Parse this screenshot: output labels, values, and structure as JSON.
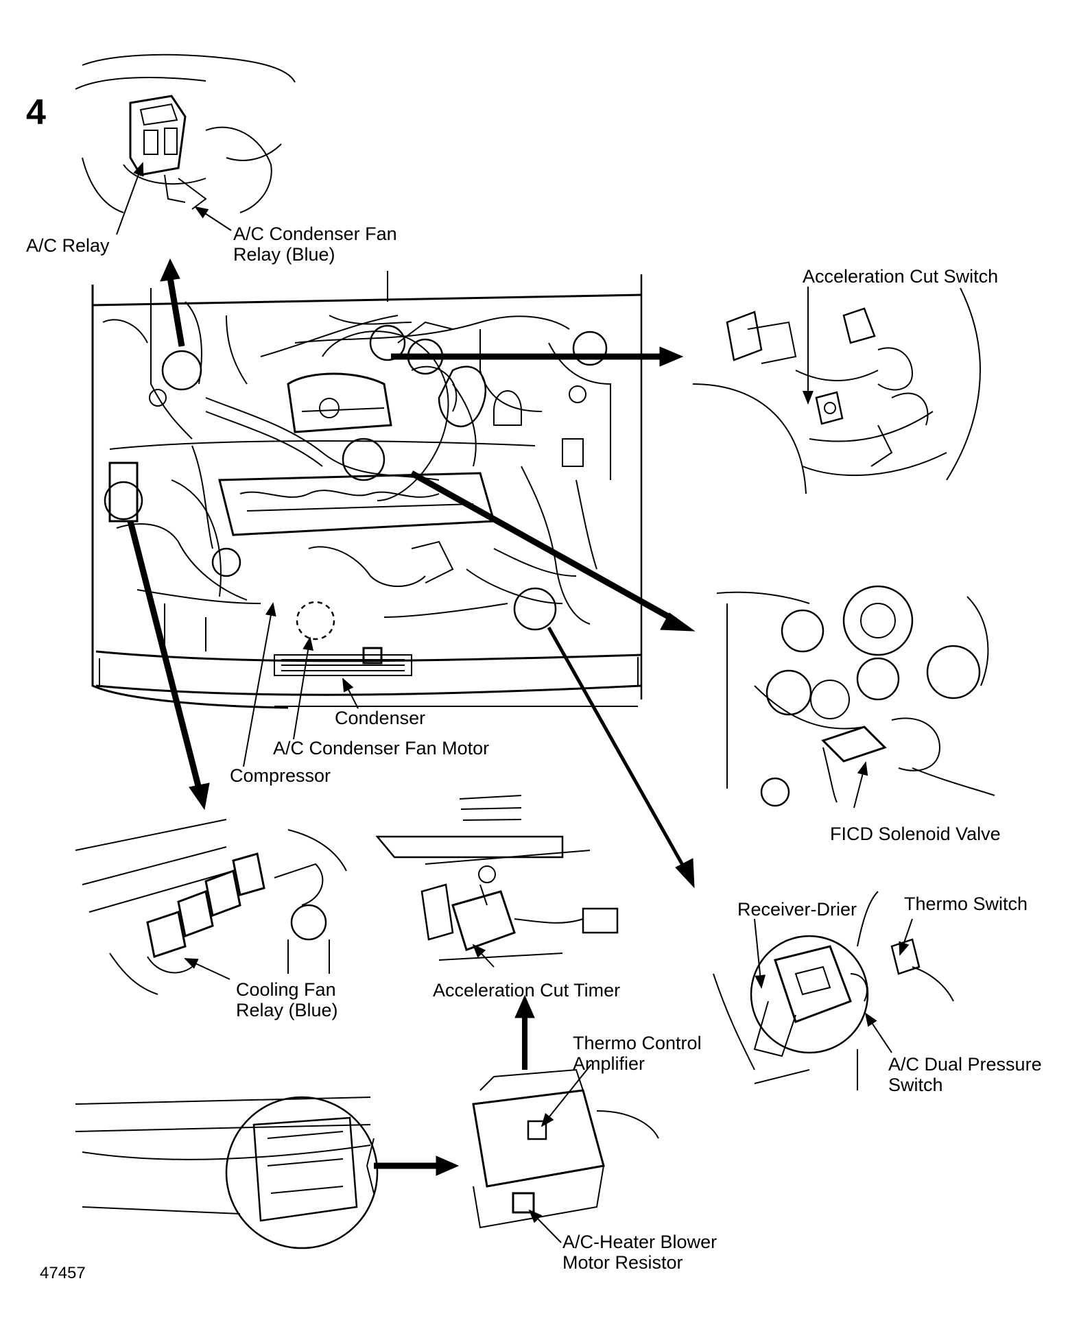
{
  "figure": {
    "number": "4",
    "code": "47457"
  },
  "labels": {
    "ac_relay": "A/C Relay",
    "ac_condenser_fan_relay_line1": "A/C Condenser Fan",
    "ac_condenser_fan_relay_line2": "Relay (Blue)",
    "acceleration_cut_switch": "Acceleration Cut Switch",
    "condenser": "Condenser",
    "ac_condenser_fan_motor": "A/C Condenser Fan Motor",
    "compressor": "Compressor",
    "ficd_solenoid_valve": "FICD Solenoid Valve",
    "receiver_drier": "Receiver-Drier",
    "thermo_switch": "Thermo Switch",
    "cooling_fan_relay_line1": "Cooling Fan",
    "cooling_fan_relay_line2": "Relay (Blue)",
    "acceleration_cut_timer": "Acceleration Cut Timer",
    "thermo_control_amplifier_line1": "Thermo Control",
    "thermo_control_amplifier_line2": "Amplifier",
    "ac_dual_pressure_switch_line1": "A/C Dual Pressure",
    "ac_dual_pressure_switch_line2": "Switch",
    "blower_motor_resistor_line1": "A/C-Heater Blower",
    "blower_motor_resistor_line2": "Motor Resistor"
  }
}
